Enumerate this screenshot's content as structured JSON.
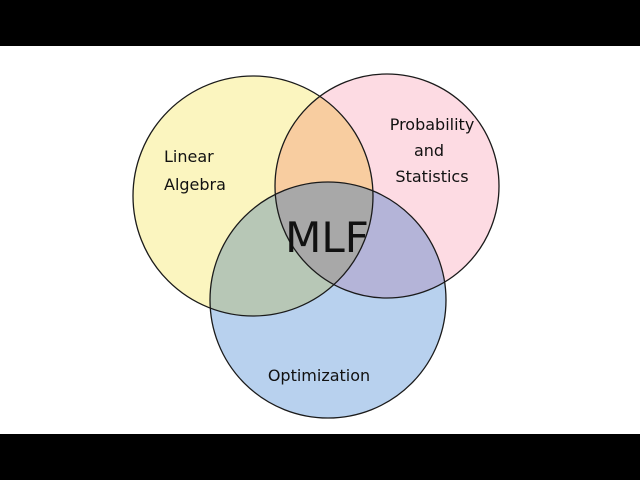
{
  "diagram": {
    "center_label": "MLF",
    "sets": [
      {
        "id": "linear-algebra",
        "lines": [
          "Linear",
          "Algebra"
        ],
        "color": "#fbf5bf"
      },
      {
        "id": "probability-statistics",
        "lines": [
          "Probability",
          "and",
          "Statistics"
        ],
        "color": "#fddbe3"
      },
      {
        "id": "optimization",
        "lines": [
          "Optimization"
        ],
        "color": "#b8d1ee"
      }
    ],
    "overlap_colors": {
      "linear_probability": "#f8cda0",
      "linear_optimization": "#b7c7b6",
      "probability_optimization": "#b4b4d8",
      "all_three": "#a8a8a8"
    },
    "outline_color": "#1a1a1a",
    "frame": {
      "background": "#ffffff",
      "letterbox": "#000000"
    }
  }
}
